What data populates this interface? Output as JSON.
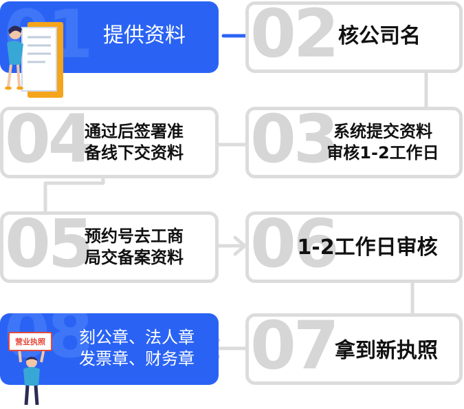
{
  "steps": [
    {
      "num": "01",
      "lines": [
        "提供资料"
      ]
    },
    {
      "num": "02",
      "lines": [
        "核公司名"
      ]
    },
    {
      "num": "03",
      "lines": [
        "系统提交资料",
        "审核1-2工作日"
      ]
    },
    {
      "num": "04",
      "lines": [
        "通过后签署准",
        "备线下交资料"
      ]
    },
    {
      "num": "05",
      "lines": [
        "预约号去工商",
        "局交备案资料"
      ]
    },
    {
      "num": "06",
      "lines": [
        "1-2工作日审核"
      ]
    },
    {
      "num": "07",
      "lines": [
        "拿到新执照"
      ]
    },
    {
      "num": "08",
      "lines": [
        "刻公章、法人章",
        "发票章、财务章"
      ]
    }
  ],
  "license_sign": {
    "text": "营业执照"
  },
  "colors": {
    "accent": "#2a63f4",
    "border": "#dcdcdc",
    "number": "#d6d6d6",
    "text": "#111111"
  }
}
